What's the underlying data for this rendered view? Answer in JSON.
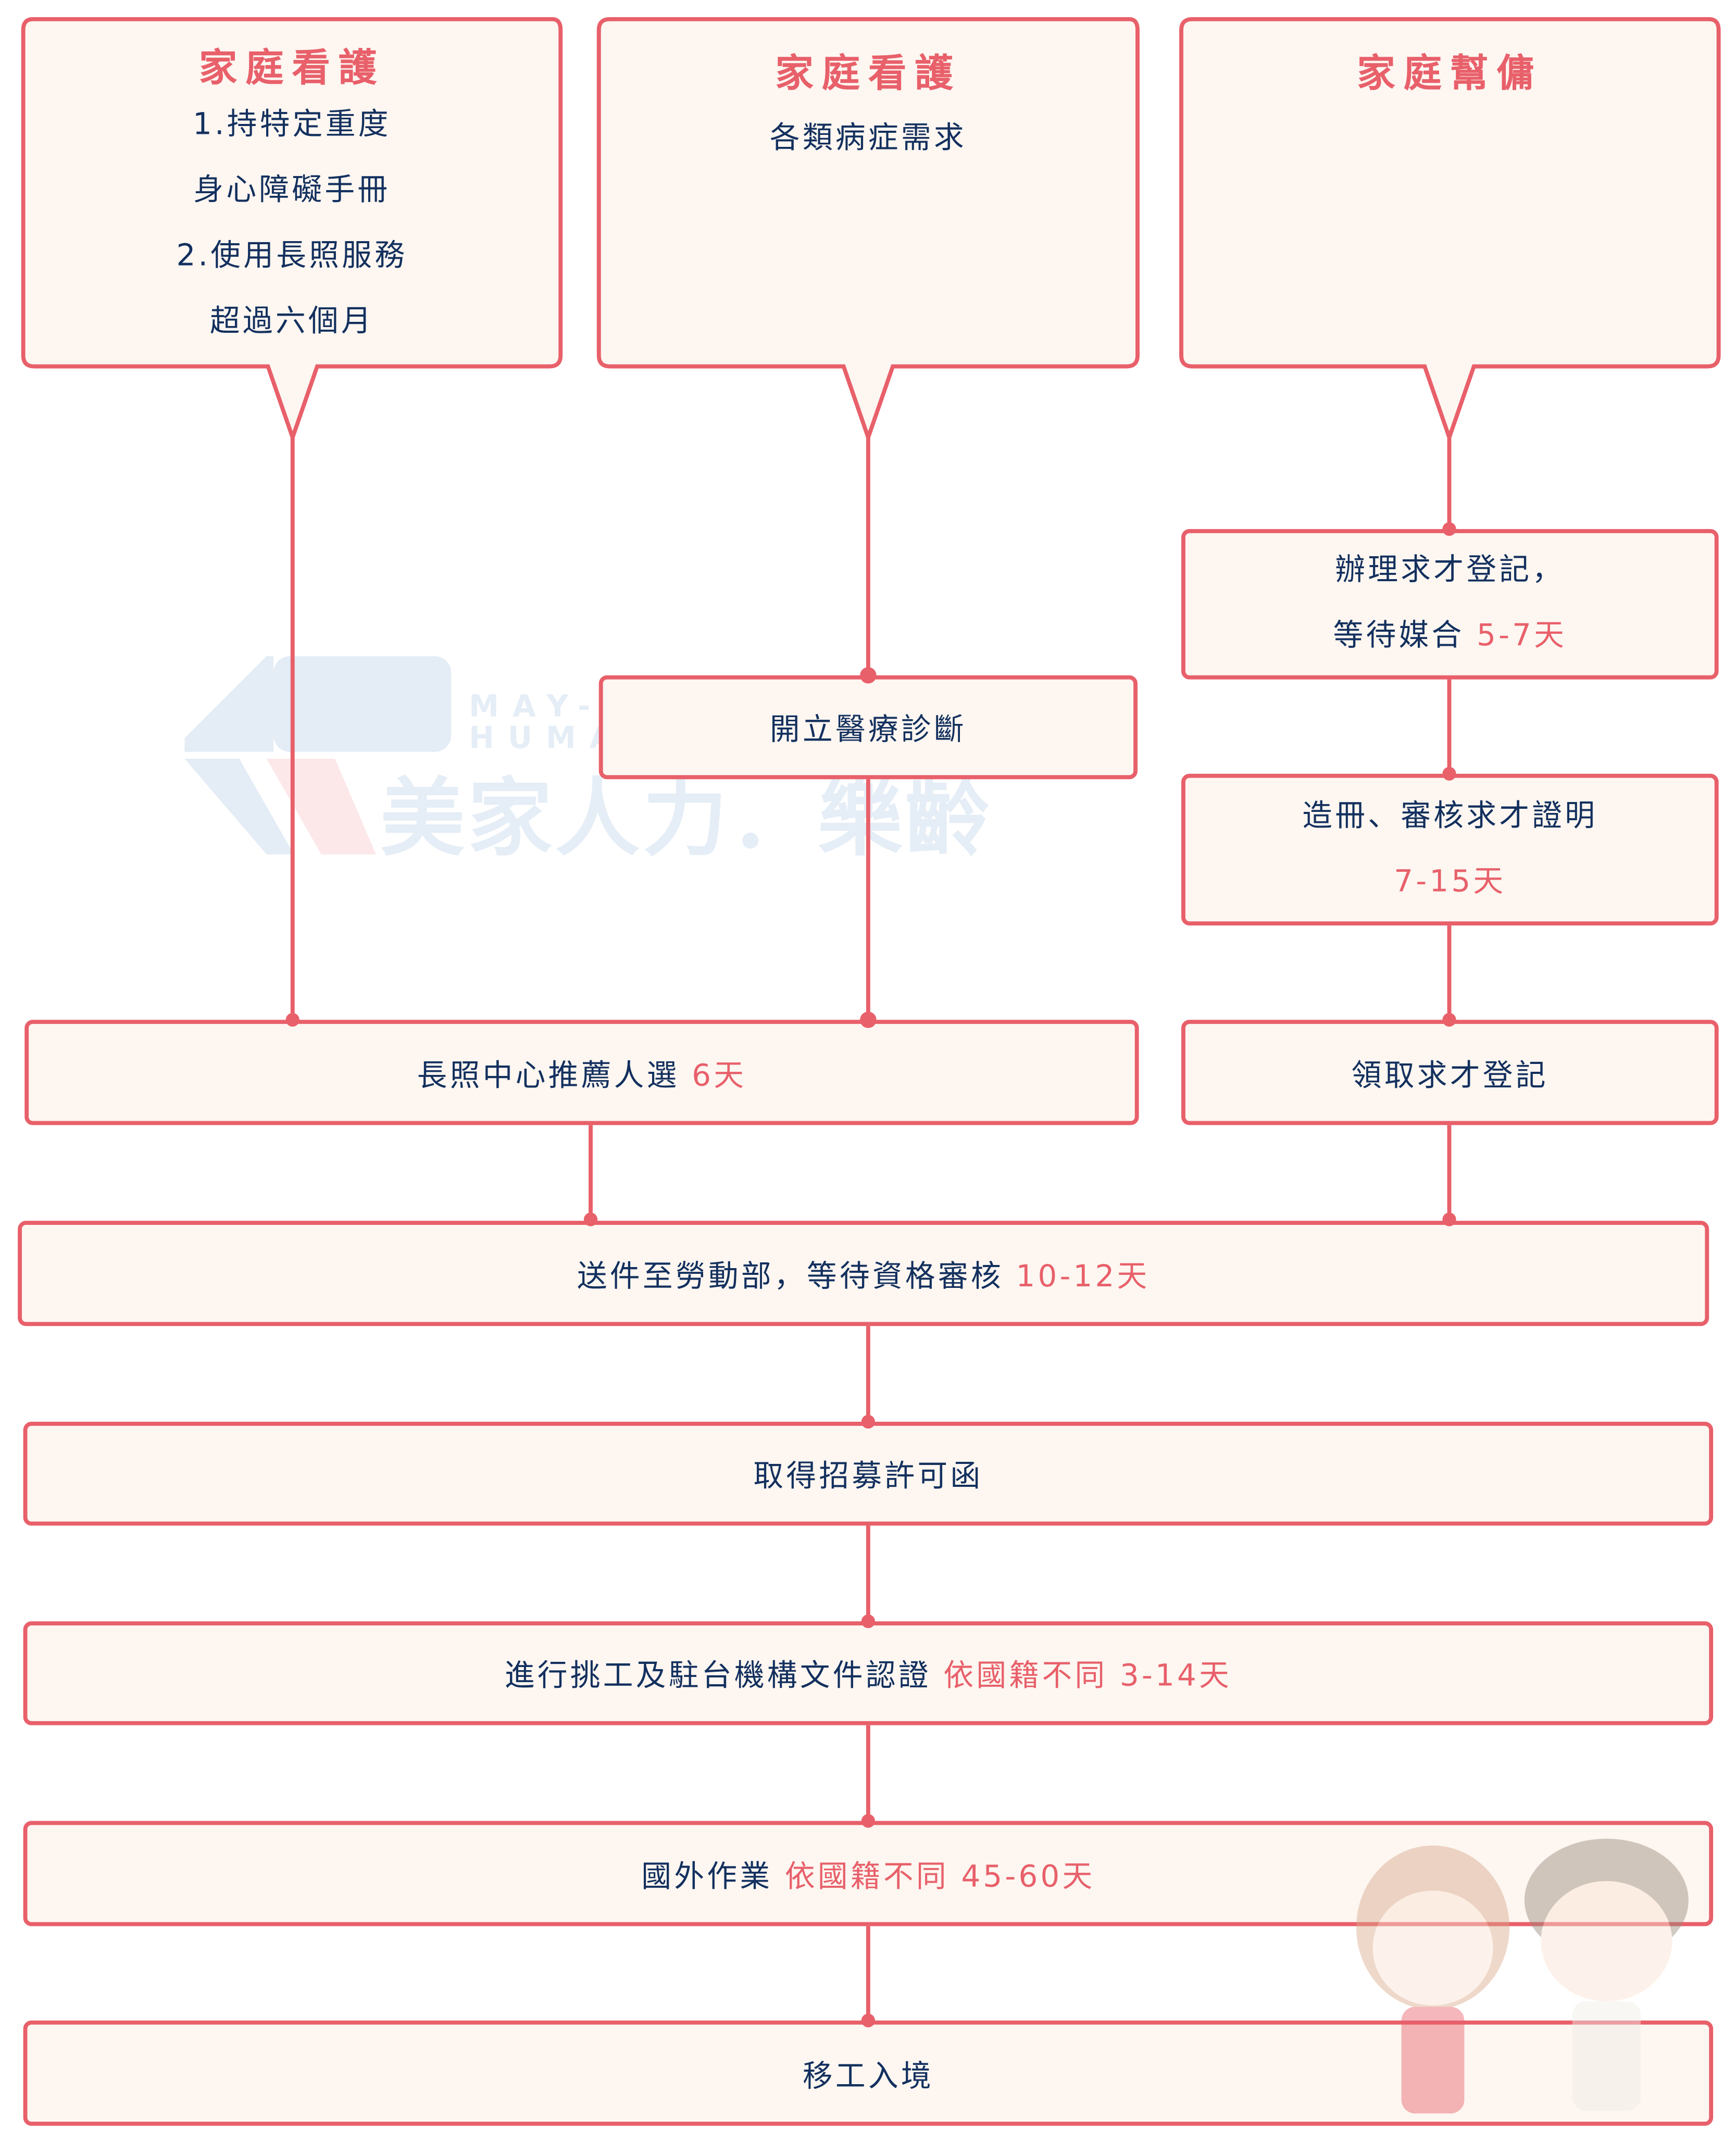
{
  "colors": {
    "border": "#e8606a",
    "fill": "#fdf6f1",
    "text": "#13305e",
    "highlight": "#e8606a"
  },
  "watermark": {
    "en1": "MAY-GOD",
    "en2": "HUMAN.CARE",
    "zh": "美家人力．樂齡"
  },
  "callouts": [
    {
      "title": "家庭看護",
      "lines": [
        "1.持特定重度",
        "身心障礙手冊",
        "2.使用長照服務",
        "超過六個月"
      ]
    },
    {
      "title": "家庭看護",
      "lines": [
        "各類病症需求"
      ]
    },
    {
      "title": "家庭幫傭",
      "lines": []
    }
  ],
  "steps": {
    "medical": {
      "text": "開立醫療診斷"
    },
    "register": {
      "line1": "辦理求才登記，",
      "line2": "等待媒合 ",
      "days": "5-7天"
    },
    "roster": {
      "line1": "造冊、審核求才證明",
      "days": "7-15天"
    },
    "receive": {
      "text": "領取求才登記"
    },
    "ltc": {
      "text": "長照中心推薦人選 ",
      "days": "6天"
    },
    "submit": {
      "text": "送件至勞動部，等待資格審核 ",
      "days": "10-12天"
    },
    "permit": {
      "text": "取得招募許可函"
    },
    "selection": {
      "text": "進行挑工及駐台機構文件認證 ",
      "days": "依國籍不同 3-14天"
    },
    "overseas": {
      "text": "國外作業 ",
      "days": "依國籍不同 45-60天"
    },
    "entry": {
      "text": "移工入境"
    }
  }
}
